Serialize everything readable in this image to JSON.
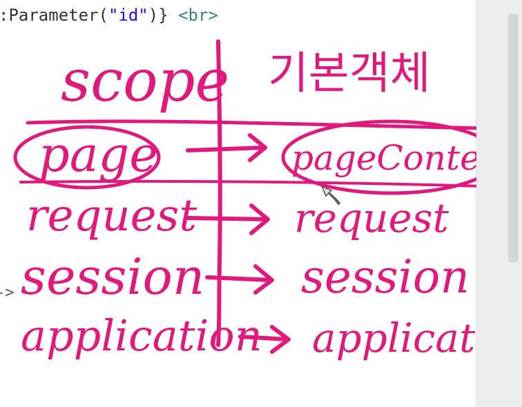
{
  "editor": {
    "code_prefix": ":Parameter(",
    "code_string": "\"id\"",
    "code_suffix": ")} ",
    "code_tag": "<br>",
    "gutter_marker": "->"
  },
  "annotation": {
    "ink_color": "#e0197d",
    "heading_left": "scope",
    "heading_right": "기본객체",
    "rows": [
      {
        "left": "page",
        "right": "pageContext"
      },
      {
        "left": "request",
        "right": "request"
      },
      {
        "left": "session",
        "right": "session"
      },
      {
        "left": "application",
        "right": "application"
      }
    ]
  },
  "icons": {
    "cursor": "pen-cursor-icon"
  }
}
